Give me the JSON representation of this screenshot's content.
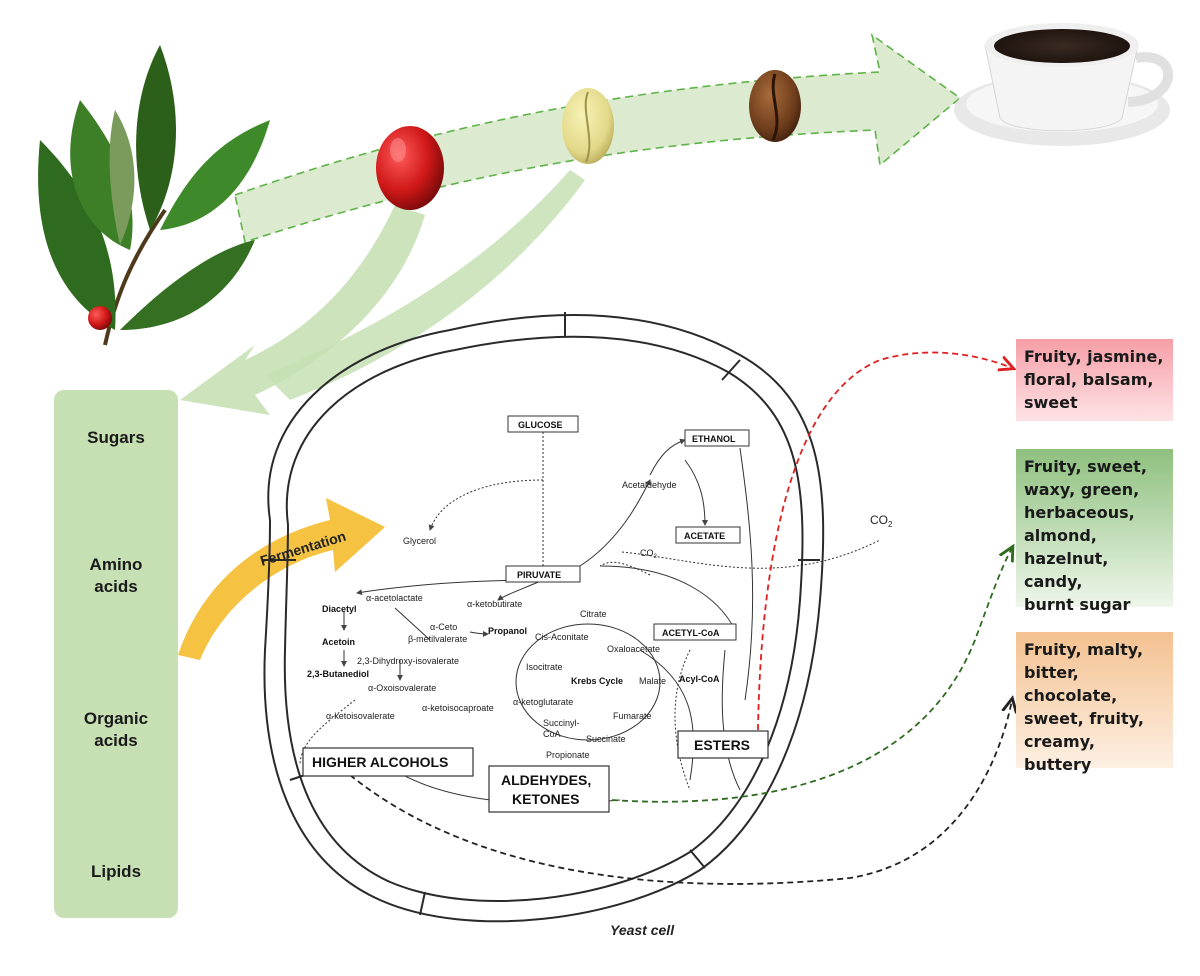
{
  "precursors": [
    "Sugars",
    "Amino acids",
    "Organic acids",
    "Lipids"
  ],
  "process_label": "Fermentation",
  "cell_caption": "Yeast cell",
  "pathway": {
    "glucose": "GLUCOSE",
    "ethanol": "ETHANOL",
    "acetaldehyde": "Acetaldehyde",
    "acetate": "ACETATE",
    "glycerol": "Glycerol",
    "co2": "CO",
    "co2_sub": "2",
    "pyruvate": "PIRUVATE",
    "alpha_acetolactate": "α-acetolactate",
    "alpha_ketobutirate": "α-ketobutirate",
    "diacetyl": "Diacetyl",
    "acetoin": "Acetoin",
    "butanediol": "2,3-Butanediol",
    "alpha_ceto": "α-Ceto",
    "beta_metilvalerate": "β-metilvalerate",
    "propanol": "Propanol",
    "citrate": "Citrate",
    "cis_aconitate": "Cis-Aconitate",
    "acetyl_coa": "ACETYL-CoA",
    "oxaloacetate": "Oxaloacetate",
    "dihydroxy_isovalerate": "2,3-Dihydroxy-isovalerate",
    "isocitrate": "Isocitrate",
    "krebs_cycle": "Krebs Cycle",
    "malate": "Malate",
    "acyl_coa": "Acyl-CoA",
    "oxoisovalerate": "α-Oxoisovalerate",
    "alpha_ketoglutarate": "α-ketoglutarate",
    "ketoisovalerate": "α-ketoisovalerate",
    "ketoisocaproate": "α-ketoisocaproate",
    "fumarate": "Fumarate",
    "succinyl": "Succinyl-",
    "coa": "CoA",
    "succinate": "Succinate",
    "propionate": "Propionate",
    "higher_alcohols": "HIGHER ALCOHOLS",
    "esters": "ESTERS",
    "aldehydes": "ALDEHYDES,",
    "ketones": "KETONES"
  },
  "aroma_groups": [
    {
      "lines": [
        "Fruity, jasmine,",
        "floral, balsam,",
        "sweet"
      ],
      "source": "ESTERS",
      "color": "#f69ea6"
    },
    {
      "lines": [
        "Fruity, sweet,",
        "waxy, green,",
        "herbaceous,",
        "almond,",
        "hazelnut, candy,",
        "burnt sugar"
      ],
      "source": "ALDEHYDES, KETONES",
      "color": "#8ec07e"
    },
    {
      "lines": [
        "Fruity, malty,",
        "bitter,",
        "chocolate,",
        "sweet, fruity,",
        "creamy, buttery"
      ],
      "source": "HIGHER ALCOHOLS",
      "color": "#f4c190"
    }
  ],
  "colors": {
    "panel_green": "#c6e0b4",
    "flow_green": "#dcebcf",
    "fermentation_arrow": "#f5c242",
    "ester_arrow": "#e02020",
    "aldehyde_arrow": "#2e6b1e",
    "alcohol_arrow": "#222222"
  },
  "icons": [
    "coffee-plant-image",
    "coffee-cherry-image",
    "green-coffee-bean-image",
    "roasted-coffee-bean-image",
    "coffee-cup-image"
  ]
}
